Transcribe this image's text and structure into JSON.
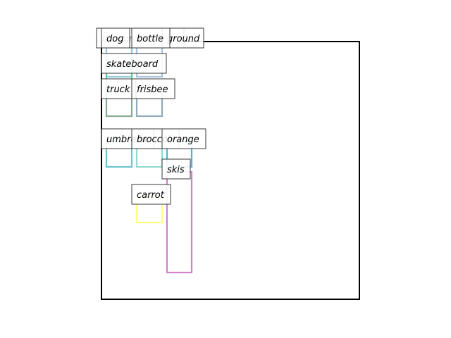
{
  "colors": {
    "dog": "#7cc3d6",
    "bottle": "#9ab8d8",
    "skateboard": "#56c98a",
    "truck": "#6f9e83",
    "frisbee": "#7e9bb0",
    "umbrella": "#59b9c4",
    "broccoli": "#7dd4c8",
    "orange": "#2eabc4",
    "skis": "#c76fc1",
    "carrot": "#ffff66"
  },
  "labels": {
    "background": "background",
    "dog": "dog",
    "bottle": "bottle",
    "ground": "ground",
    "skateboard": "skateboard",
    "truck": "truck",
    "frisbee": "frisbee",
    "umbrella": "umbrella",
    "broccoli": "broccoli",
    "orange": "orange",
    "skis": "skis",
    "carrot": "carrot"
  }
}
